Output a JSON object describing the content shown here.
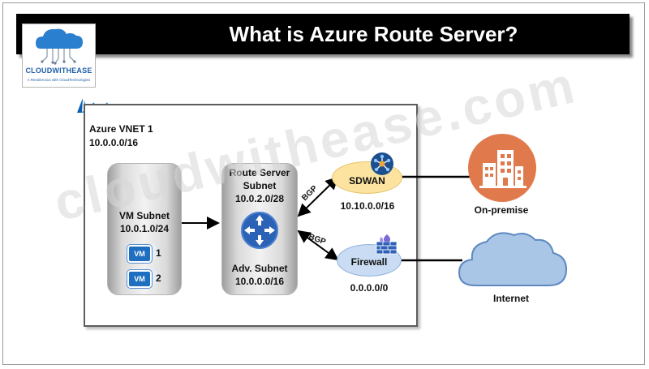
{
  "title": "What is Azure Route Server?",
  "logo": {
    "name": "CLOUDWITHEASE",
    "tagline": "A Rendezvous with CloudTechnologies"
  },
  "vnet": {
    "name": "Azure VNET 1",
    "cidr": "10.0.0.0/16"
  },
  "vm_subnet": {
    "name": "VM Subnet",
    "cidr": "10.0.1.0/24",
    "vms": [
      {
        "badge": "VM",
        "number": "1"
      },
      {
        "badge": "VM",
        "number": "2"
      }
    ]
  },
  "route_server": {
    "name_line1": "Route Server",
    "name_line2": "Subnet",
    "cidr": "10.0.2.0/28",
    "adv_name": "Adv. Subnet",
    "adv_cidr": "10.0.0.0/16"
  },
  "sdwan": {
    "name": "SDWAN",
    "cidr": "10.10.0.0/16"
  },
  "firewall": {
    "name": "Firewall",
    "cidr": "0.0.0.0/0"
  },
  "bgp_labels": [
    "BGP",
    "BGP"
  ],
  "on_premise": {
    "label": "On-premise"
  },
  "internet": {
    "label": "Internet"
  },
  "watermark": "cloudwithease.com",
  "colors": {
    "title_bg": "#000000",
    "brand_blue": "#1f5fa8",
    "sdwan_fill": "#fce4a0",
    "firewall_fill": "#c9dcf3",
    "onprem_orange": "#e07a4d",
    "cloud_blue": "#aac6e6"
  }
}
